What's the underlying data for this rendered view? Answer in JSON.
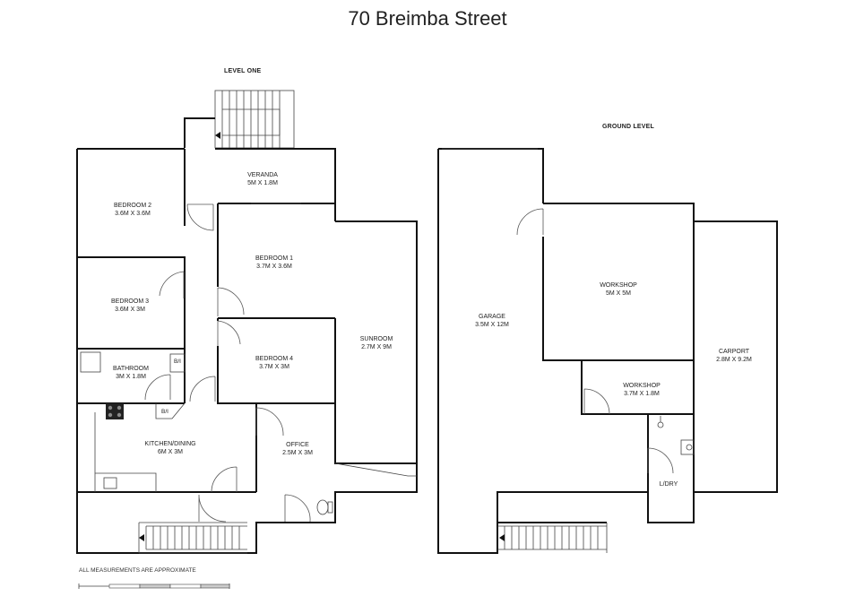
{
  "title": "70 Breimba Street",
  "levels": {
    "level_one": "LEVEL ONE",
    "ground_level": "GROUND LEVEL"
  },
  "rooms": {
    "veranda": {
      "name": "VERANDA",
      "dims": "5M X 1.8M"
    },
    "bedroom2": {
      "name": "BEDROOM 2",
      "dims": "3.6M X 3.6M"
    },
    "bedroom1": {
      "name": "BEDROOM 1",
      "dims": "3.7M X 3.6M"
    },
    "bedroom3": {
      "name": "BEDROOM 3",
      "dims": "3.6M X 3M"
    },
    "bedroom4": {
      "name": "BEDROOM 4",
      "dims": "3.7M X 3M"
    },
    "sunroom": {
      "name": "SUNROOM",
      "dims": "2.7M X 9M"
    },
    "bathroom": {
      "name": "BATHROOM",
      "dims": "3M X 1.8M"
    },
    "kitchen": {
      "name": "KITCHEN/DINING",
      "dims": "6M X 3M"
    },
    "office": {
      "name": "OFFICE",
      "dims": "2.5M X 3M"
    },
    "garage": {
      "name": "GARAGE",
      "dims": "3.5M X 12M"
    },
    "workshop_large": {
      "name": "WORKSHOP",
      "dims": "5M X 5M"
    },
    "workshop_small": {
      "name": "WORKSHOP",
      "dims": "3.7M X 1.8M"
    },
    "carport": {
      "name": "CARPORT",
      "dims": "2.8M X 9.2M"
    },
    "laundry": {
      "name": "L/DRY"
    }
  },
  "built_in_labels": [
    "B/I",
    "B/I"
  ],
  "footnote": "ALL MEASUREMENTS ARE APPROXIMATE",
  "icons": [
    "stairs-icon",
    "door-swing-icon",
    "toilet-icon",
    "basin-icon",
    "cooktop-icon",
    "scale-bar-icon"
  ]
}
